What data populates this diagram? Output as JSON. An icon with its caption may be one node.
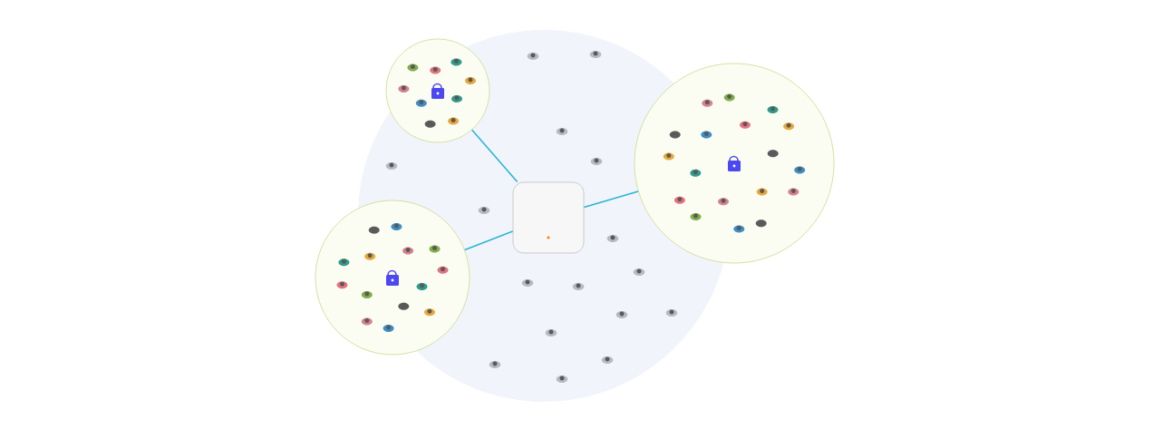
{
  "diagram": {
    "nodes": [
      {
        "text": [],
        "shape": "picture"
      },
      {
        "text": [],
        "shape": "circle"
      },
      {
        "text": [],
        "shape": "circle"
      },
      {
        "text": [],
        "shape": "circle"
      }
    ],
    "edges": [
      {
        "from": 0,
        "to": 1,
        "arrow": "none"
      },
      {
        "from": 0,
        "to": 2,
        "arrow": "none"
      },
      {
        "from": 0,
        "to": 3,
        "arrow": "none"
      }
    ]
  }
}
